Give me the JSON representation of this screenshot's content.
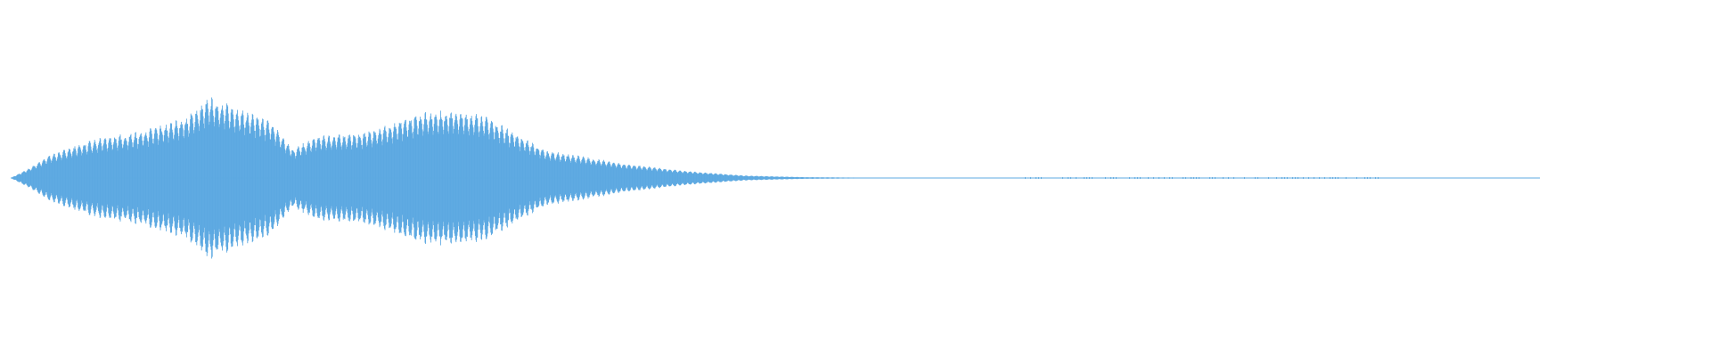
{
  "waveform": {
    "color": "#5DA9E1",
    "background": "#FFFFFF",
    "envelope": [
      [
        0.0,
        0.0
      ],
      [
        0.012,
        0.12
      ],
      [
        0.025,
        0.28
      ],
      [
        0.045,
        0.42
      ],
      [
        0.06,
        0.5
      ],
      [
        0.08,
        0.56
      ],
      [
        0.1,
        0.66
      ],
      [
        0.115,
        0.76
      ],
      [
        0.125,
        0.92
      ],
      [
        0.13,
        1.0
      ],
      [
        0.14,
        0.93
      ],
      [
        0.155,
        0.82
      ],
      [
        0.17,
        0.7
      ],
      [
        0.185,
        0.36
      ],
      [
        0.2,
        0.52
      ],
      [
        0.23,
        0.56
      ],
      [
        0.25,
        0.68
      ],
      [
        0.27,
        0.82
      ],
      [
        0.29,
        0.84
      ],
      [
        0.31,
        0.78
      ],
      [
        0.33,
        0.56
      ],
      [
        0.35,
        0.34
      ],
      [
        0.37,
        0.28
      ],
      [
        0.4,
        0.18
      ],
      [
        0.44,
        0.09
      ],
      [
        0.48,
        0.03
      ],
      [
        0.52,
        0.01
      ],
      [
        0.56,
        0.005
      ],
      [
        0.64,
        0.003
      ],
      [
        0.7,
        0.002
      ],
      [
        0.76,
        0.002
      ],
      [
        0.82,
        0.001
      ],
      [
        0.9,
        0.001
      ],
      [
        0.905,
        0.0
      ],
      [
        1.0,
        0.0
      ]
    ]
  }
}
